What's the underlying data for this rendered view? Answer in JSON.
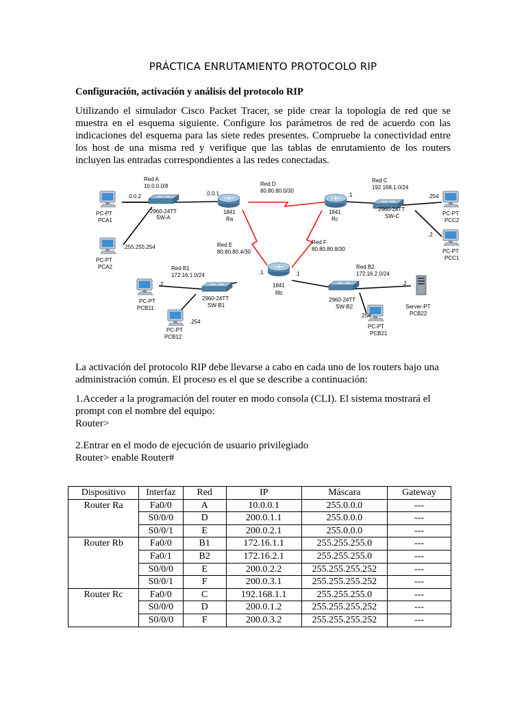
{
  "document": {
    "title": "PRÁCTICA ENRUTAMIENTO PROTOCOLO RIP",
    "section_heading": "Configuración, activación y análisis del protocolo RIP",
    "intro": "Utilizando el simulador Cisco Packet Tracer, se pide crear la topología de red que se muestra en el esquema siguiente. Configure los parámetros de red de acuerdo con las indicaciones del esquema para las  siete redes presentes. Compruebe la conectividad entre los host de una misma red y verifique que las tablas de enrutamiento de los routers incluyen las entradas correspondientes a las redes conectadas.",
    "activation": "La activación del protocolo RIP debe llevarse a cabo en cada uno de  los routers bajo una administración común. El proceso es el que se describe a continuación:",
    "step1": "1.Acceder a la programación del router en modo consola (CLI). El sistema mostrará el prompt con el nombre del equipo:",
    "step1_cmd": "Router>",
    "step2": "2.Entrar en el modo de ejecución de usuario privilegiado",
    "step2_cmd": "Router> enable Router#"
  },
  "topology": {
    "routers": [
      {
        "model": "1841",
        "name": "Ra"
      },
      {
        "model": "1841",
        "name": "Rc"
      },
      {
        "model": "1841",
        "name": "Rb"
      }
    ],
    "switches": [
      {
        "model": "2960-24TT",
        "name": "SW-A"
      },
      {
        "model": "2960-24TT",
        "name": "SW-C"
      },
      {
        "model": "2960-24TT",
        "name": "SW-B1"
      },
      {
        "model": "2960-24TT",
        "name": "SW-B2"
      }
    ],
    "hosts": [
      {
        "type": "PC-PT",
        "name": "PCA1"
      },
      {
        "type": "PC-PT",
        "name": "PCA2"
      },
      {
        "type": "PC-PT",
        "name": "PCC2"
      },
      {
        "type": "PC-PT",
        "name": "PCC1"
      },
      {
        "type": "PC-PT",
        "name": "PCB11"
      },
      {
        "type": "PC-PT",
        "name": "PCB12"
      },
      {
        "type": "PC-PT",
        "name": "PCB21"
      },
      {
        "type": "Server-PT",
        "name": "PCB22"
      }
    ],
    "networks": [
      {
        "name": "Red A",
        "addr": "10.0.0.0/8"
      },
      {
        "name": "Red D",
        "addr": "80.80.80.0/30"
      },
      {
        "name": "Red C",
        "addr": "192.168.1.0/24"
      },
      {
        "name": "Red E",
        "addr": "80.80.80.4/30"
      },
      {
        "name": "Red F",
        "addr": "80.80.80.8/30"
      },
      {
        "name": "Red B1",
        "addr": "172.16.1.0/24"
      },
      {
        "name": "Red B2",
        "addr": "172.16.2.0/24"
      }
    ],
    "labels": {
      "pca1_ip": ".0.0.2",
      "ra_ip": ".0.0.1",
      "pca2_ip": ".255.255.254",
      "rc_ip": ".1",
      "pcc2_ip": ".254",
      "pcc1_ip": ".2",
      "rb_left_ip": ".1",
      "rb_right_ip": ".1",
      "pcb11_ip": ".2",
      "pcb12_ip": ".254",
      "server_ip": ".2",
      "pcb21_ip": ".254"
    },
    "colors": {
      "ethernet": "#000000",
      "serial": "#e31b1b"
    }
  },
  "table": {
    "headers": [
      "Dispositivo",
      "Interfaz",
      "Red",
      "IP",
      "Máscara",
      "Gateway"
    ],
    "groups": [
      {
        "device": "Router Ra",
        "rows": [
          [
            "Fa0/0",
            "A",
            "10.0.0.1",
            "255.0.0.0",
            "---"
          ],
          [
            "S0/0/0",
            "D",
            "200.0.1.1",
            "255.0.0.0",
            "---"
          ],
          [
            "S0/0/1",
            "E",
            "200.0.2.1",
            "255.0.0.0",
            "---"
          ]
        ]
      },
      {
        "device": "Router Rb",
        "rows": [
          [
            "Fa0/0",
            "B1",
            "172.16.1.1",
            "255.255.255.0",
            "---"
          ],
          [
            "Fa0/1",
            "B2",
            "172.16.2.1",
            "255.255.255.0",
            "---"
          ],
          [
            "S0/0/0",
            "E",
            "200.0.2.2",
            "255.255.255.252",
            "---"
          ],
          [
            "S0/0/1",
            "F",
            "200.0.3.1",
            "255.255.255.252",
            "---"
          ]
        ]
      },
      {
        "device": "Router Rc",
        "rows": [
          [
            "Fa0/0",
            "C",
            "192.168.1.1",
            "255.255.255.0",
            "---"
          ],
          [
            "S0/0/0",
            "D",
            "200.0.1.2",
            "255.255.255.252",
            "---"
          ],
          [
            "S0/0/0",
            "F",
            "200.0.3.2",
            "255.255.255.252",
            "---"
          ]
        ]
      }
    ]
  }
}
